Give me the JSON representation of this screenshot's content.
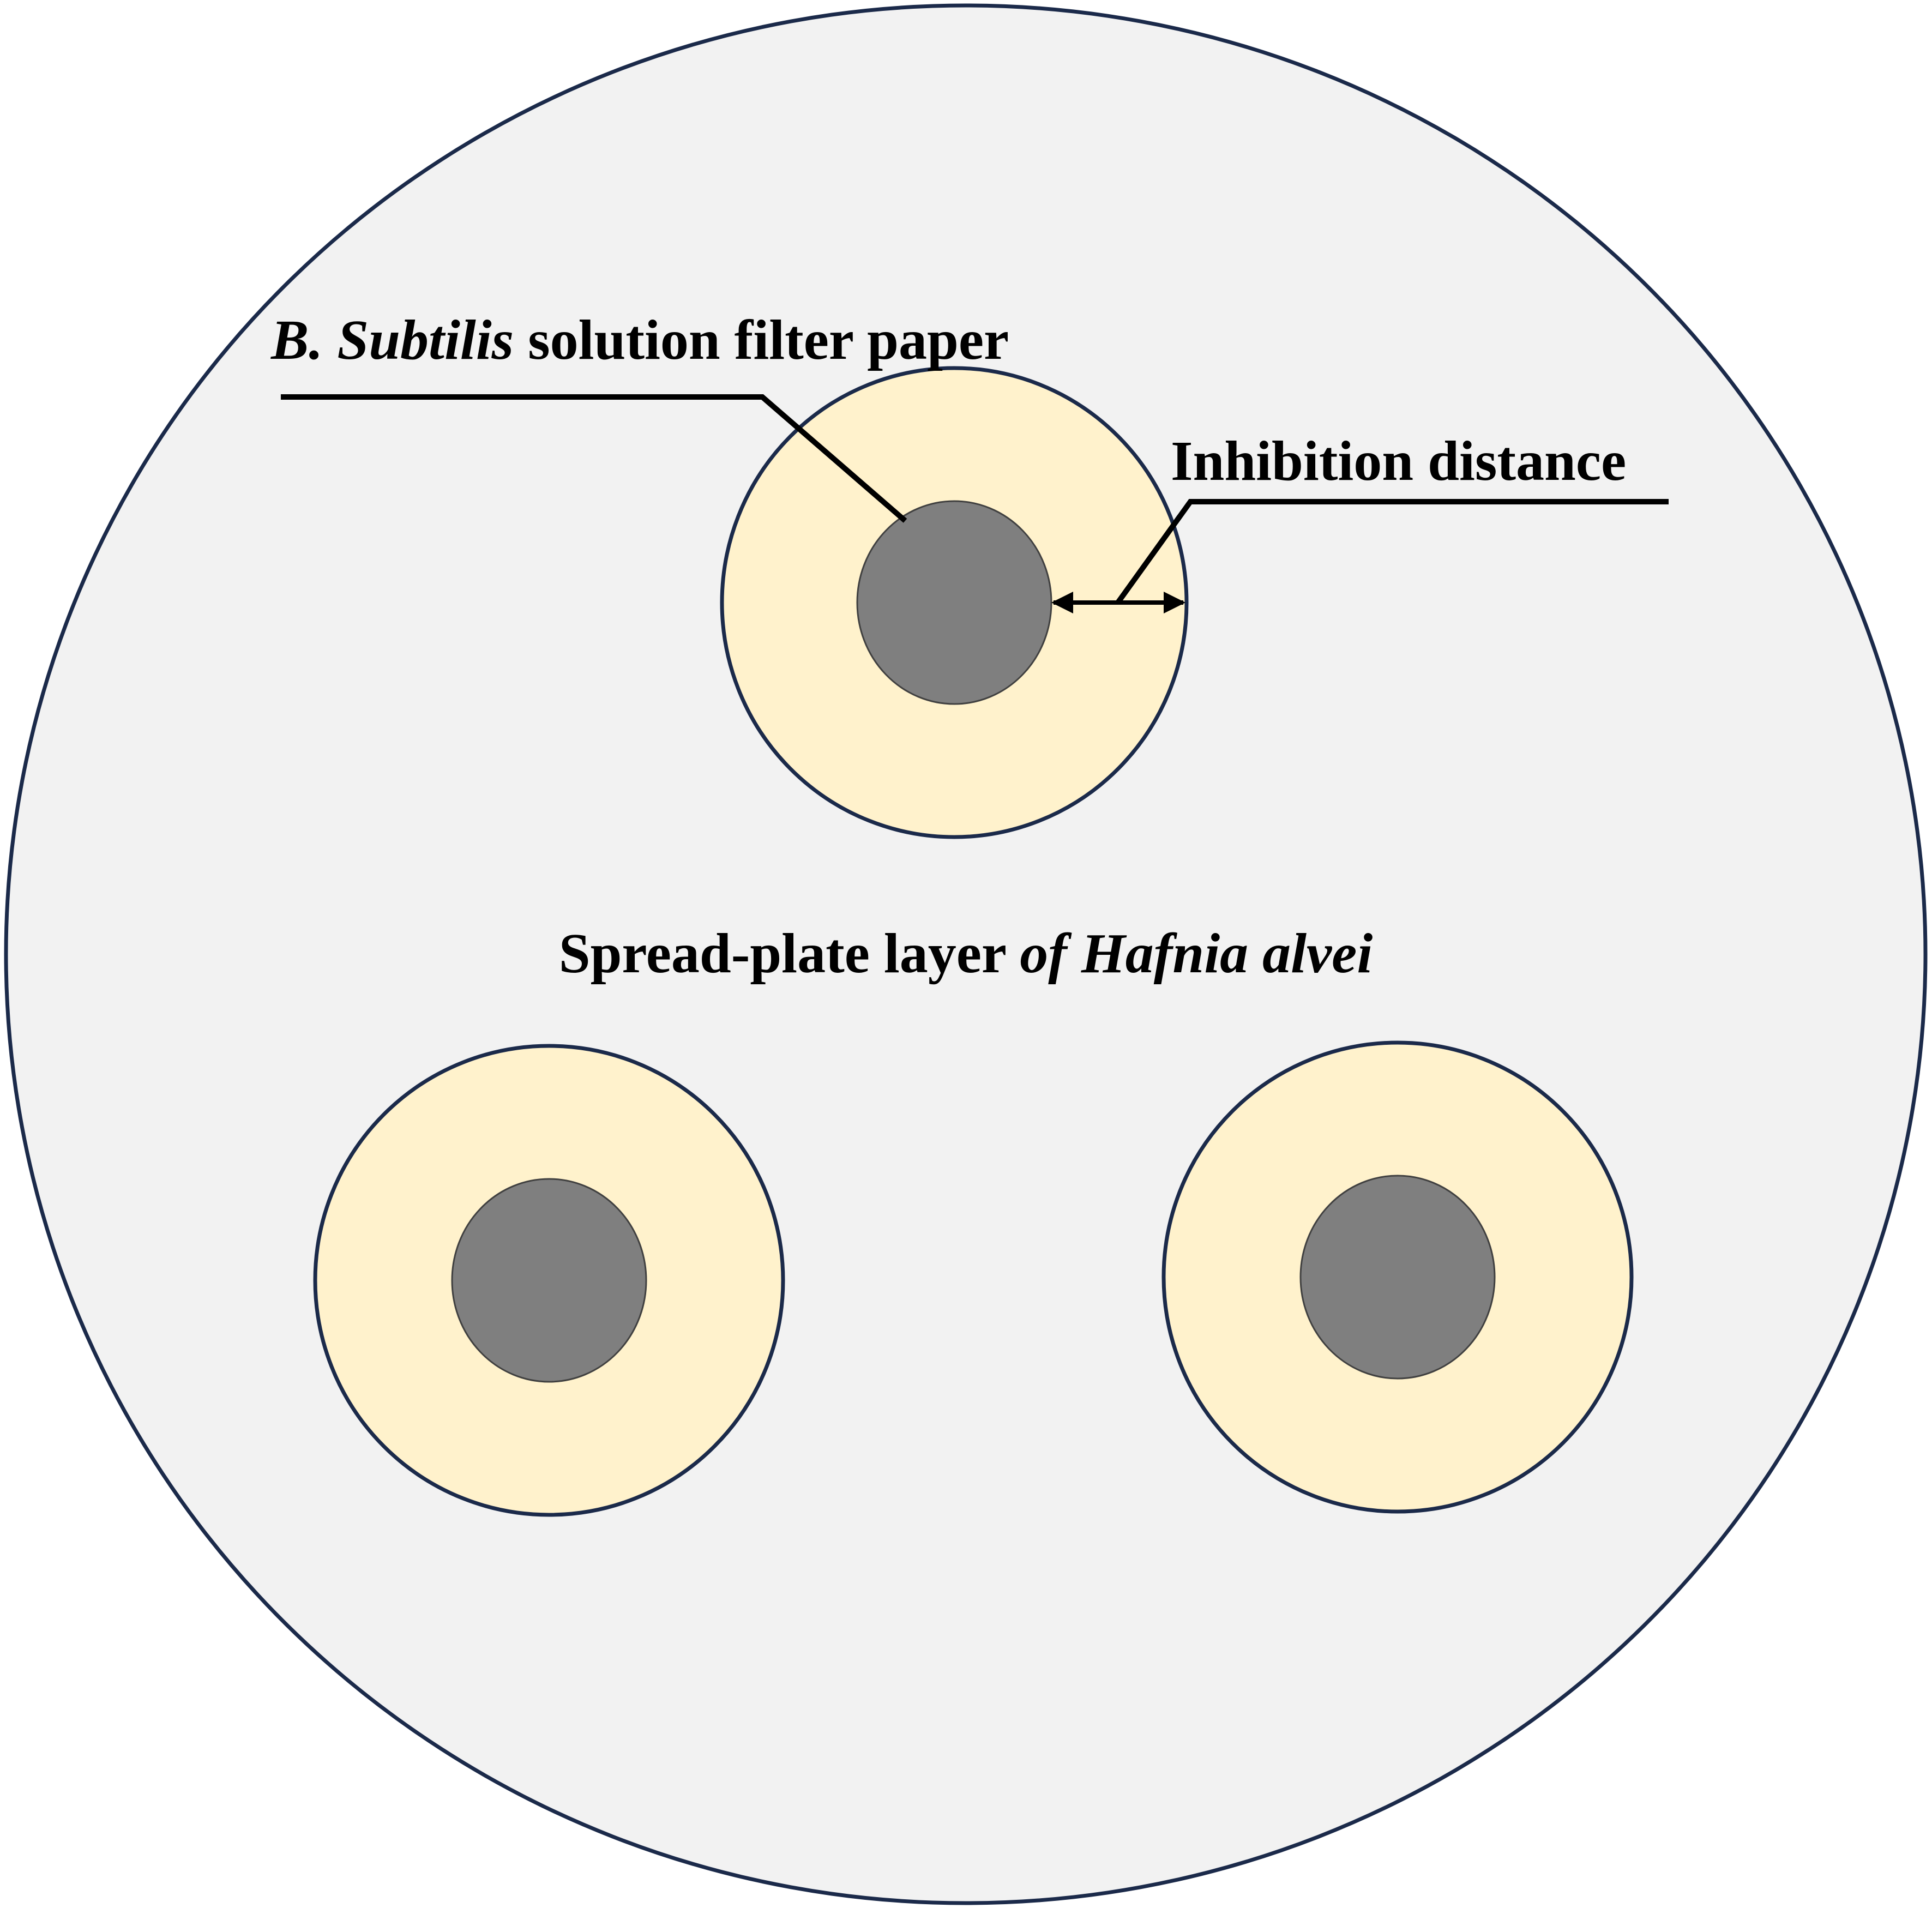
{
  "colors": {
    "background": "#ffffff",
    "plate_fill": "#f2f2f2",
    "plate_stroke": "#1b2a4a",
    "zone_fill": "#fff2cc",
    "zone_stroke": "#1b2a4a",
    "disc_fill": "#7f7f7f",
    "disc_stroke": "#404040",
    "callout_line": "#000000"
  },
  "labels": {
    "filter_paper": {
      "italic_part": "B. Subtilis",
      "regular_part": " solution filter paper"
    },
    "inhibition": {
      "text": "Inhibition distance"
    },
    "spread_plate": {
      "regular_part": "Spread-plate layer ",
      "italic_part": "of Hafnia alvei"
    }
  },
  "icons": {
    "arrow": "double-headed-arrow"
  }
}
